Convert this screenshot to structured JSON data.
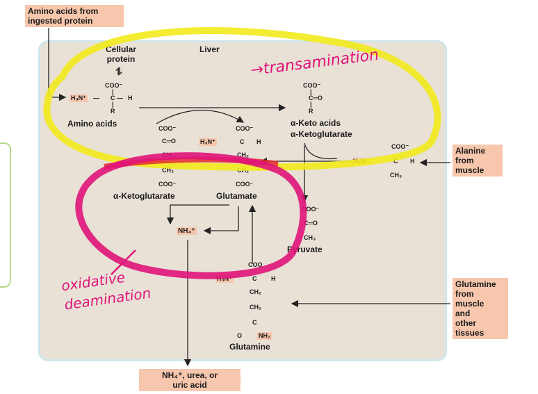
{
  "boxes": {
    "ingested": [
      "Amino acids from",
      "ingested protein"
    ],
    "alanine": [
      "Alanine",
      "from",
      "muscle"
    ],
    "glutamine_src": [
      "Glutamine",
      "from",
      "muscle",
      "and",
      "other",
      "tissues"
    ],
    "output": [
      "NH₄⁺, urea, or",
      "uric acid"
    ]
  },
  "labels": {
    "cellular_protein": [
      "Cellular",
      "protein"
    ],
    "liver": "Liver",
    "amino_acids": "Amino acids",
    "keto_acids": "α-Keto acids",
    "keto_glut_top": "α-Ketoglutarate",
    "keto_glut_bottom": "α-Ketoglutarate",
    "glutamate": "Glutamate",
    "pyruvate": "Pyruvate",
    "glutamine": "Glutamine",
    "nh4": "NH₄⁺",
    "reversible": "⥮"
  },
  "chem": {
    "coo": "COO⁻",
    "coo_plain": "COO",
    "h3n": "H₃N⁺",
    "c": "C",
    "h": "H",
    "r": "R",
    "o": "O",
    "ch2": "CH₂",
    "ch3": "CH₃",
    "nh2": "NH₂",
    "c_eq_o": "C═O"
  },
  "annotations": {
    "transamination": "→transamination",
    "oxidative": "oxidative",
    "deamination": "deamination"
  },
  "colors": {
    "yellow": "#f2ea1c",
    "magenta": "#e0147a",
    "liver_bg": "#e9e1d6",
    "liver_border": "#cfe6ea",
    "salmon": "#f6c6ad"
  }
}
